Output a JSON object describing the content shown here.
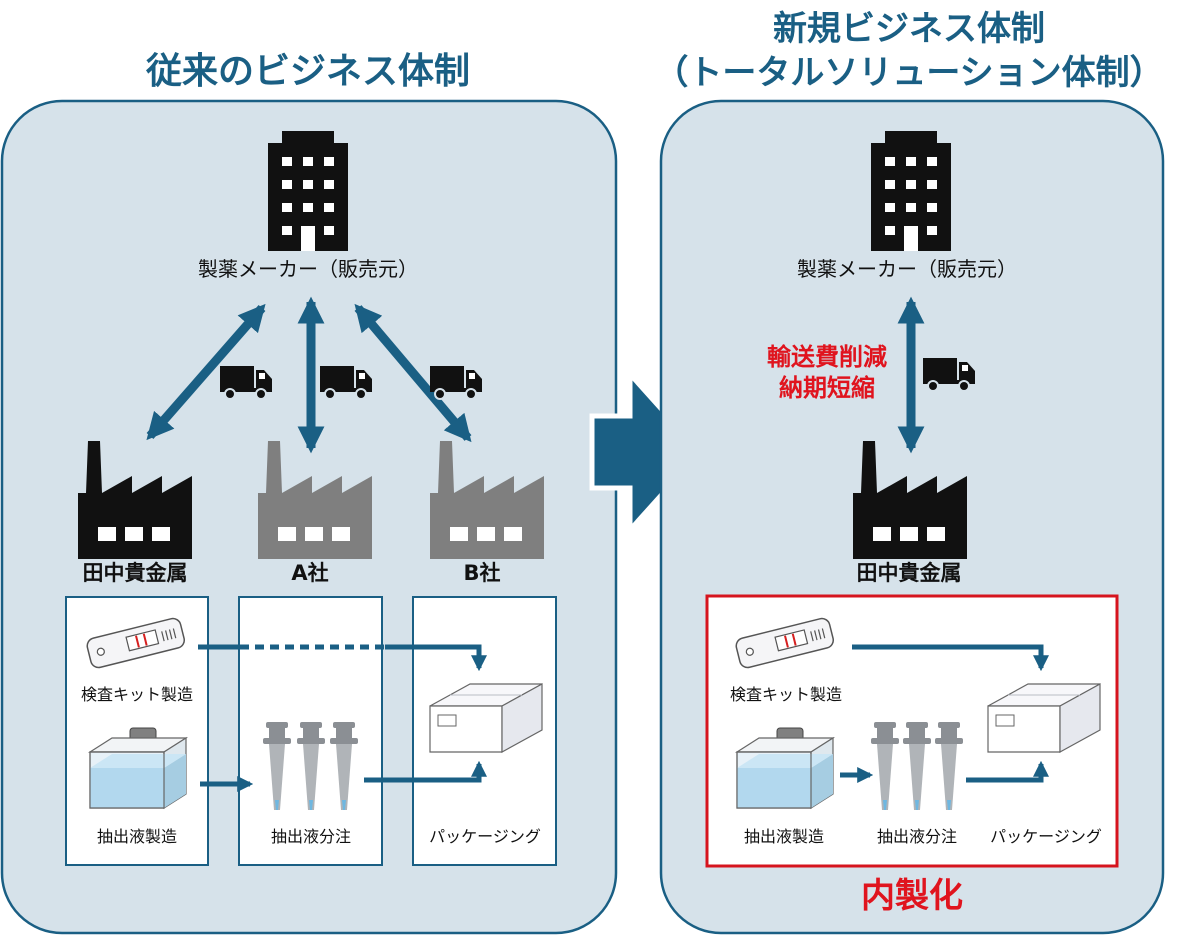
{
  "colors": {
    "panel_fill": "#d6e2ea",
    "panel_stroke": "#1a5f84",
    "arrow": "#1a5f84",
    "title": "#1a5f84",
    "highlight": "#e0141e",
    "building": "#111111",
    "factory_other": "#7f7f7f"
  },
  "left": {
    "title": "従来のビジネス体制",
    "maker_label": "製薬メーカー（販売元）",
    "factories": [
      {
        "label": "田中貴金属",
        "icon": "factory-icon"
      },
      {
        "label": "A社",
        "icon": "factory-icon"
      },
      {
        "label": "B社",
        "icon": "factory-icon"
      }
    ],
    "processes": {
      "kit": "検査キット製造",
      "solution": "抽出液製造",
      "dispense": "抽出液分注",
      "packaging": "パッケージング"
    }
  },
  "right": {
    "title_line1": "新規ビジネス体制",
    "title_line2": "（トータルソリューション体制）",
    "maker_label": "製薬メーカー（販売元）",
    "benefit_line1": "輸送費削減",
    "benefit_line2": "納期短縮",
    "factory_label": "田中貴金属",
    "processes": {
      "kit": "検査キット製造",
      "solution": "抽出液製造",
      "dispense": "抽出液分注",
      "packaging": "パッケージング"
    },
    "inhouse_label": "内製化"
  }
}
